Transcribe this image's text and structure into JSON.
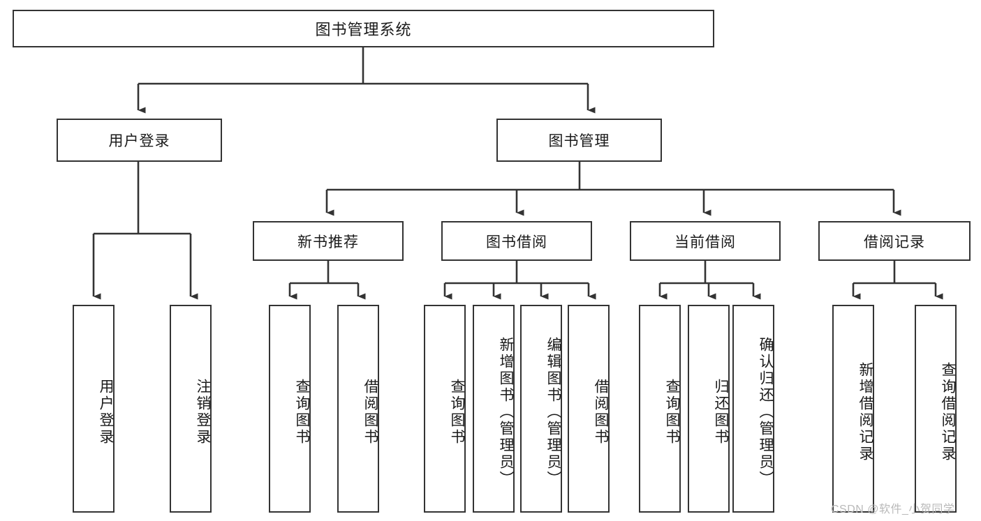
{
  "diagram": {
    "type": "tree",
    "title": "图书管理系统",
    "orientation": "top-down",
    "style": {
      "box_fill": "#ffffff",
      "box_stroke": "#333333",
      "edge_color": "#333333",
      "text_color": "#1a1a1a",
      "background": "#ffffff",
      "watermark_color": "#b9b9b9"
    },
    "nodes": {
      "root": {
        "label": "图书管理系统",
        "level": 0,
        "text_direction": "horizontal"
      },
      "user_login": {
        "label": "用户登录",
        "level": 1,
        "text_direction": "horizontal"
      },
      "book_manage": {
        "label": "图书管理",
        "level": 1,
        "text_direction": "horizontal"
      },
      "new_book_rec": {
        "label": "新书推荐",
        "level": 2,
        "text_direction": "horizontal"
      },
      "book_borrow": {
        "label": "图书借阅",
        "level": 2,
        "text_direction": "horizontal"
      },
      "current_borrow": {
        "label": "当前借阅",
        "level": 2,
        "text_direction": "horizontal"
      },
      "borrow_record": {
        "label": "借阅记录",
        "level": 2,
        "text_direction": "horizontal"
      },
      "leaf_user_login": {
        "label": "用户登录",
        "level": 3,
        "text_direction": "vertical"
      },
      "leaf_logout": {
        "label": "注销登录",
        "level": 3,
        "text_direction": "vertical"
      },
      "leaf_query_book_a": {
        "label": "查询图书",
        "level": 3,
        "text_direction": "vertical"
      },
      "leaf_borrow_book_a": {
        "label": "借阅图书",
        "level": 3,
        "text_direction": "vertical"
      },
      "leaf_query_book_b": {
        "label": "查询图书",
        "level": 3,
        "text_direction": "vertical"
      },
      "leaf_add_book": {
        "label": "新增图书（管理员）",
        "level": 3,
        "text_direction": "vertical"
      },
      "leaf_edit_book": {
        "label": "编辑图书（管理员）",
        "level": 3,
        "text_direction": "vertical"
      },
      "leaf_borrow_book_b": {
        "label": "借阅图书",
        "level": 3,
        "text_direction": "vertical"
      },
      "leaf_query_book_c": {
        "label": "查询图书",
        "level": 3,
        "text_direction": "vertical"
      },
      "leaf_return_book": {
        "label": "归还图书",
        "level": 3,
        "text_direction": "vertical"
      },
      "leaf_confirm_return": {
        "label": "确认归还（管理员）",
        "level": 3,
        "text_direction": "vertical"
      },
      "leaf_add_record": {
        "label": "新增借阅记录",
        "level": 3,
        "text_direction": "vertical"
      },
      "leaf_query_record": {
        "label": "查询借阅记录",
        "level": 3,
        "text_direction": "vertical"
      }
    },
    "edges": [
      {
        "from": "root",
        "to": "user_login"
      },
      {
        "from": "root",
        "to": "book_manage"
      },
      {
        "from": "user_login",
        "to": "leaf_user_login"
      },
      {
        "from": "user_login",
        "to": "leaf_logout"
      },
      {
        "from": "book_manage",
        "to": "new_book_rec"
      },
      {
        "from": "book_manage",
        "to": "book_borrow"
      },
      {
        "from": "book_manage",
        "to": "current_borrow"
      },
      {
        "from": "book_manage",
        "to": "borrow_record"
      },
      {
        "from": "new_book_rec",
        "to": "leaf_query_book_a"
      },
      {
        "from": "new_book_rec",
        "to": "leaf_borrow_book_a"
      },
      {
        "from": "book_borrow",
        "to": "leaf_query_book_b"
      },
      {
        "from": "book_borrow",
        "to": "leaf_add_book"
      },
      {
        "from": "book_borrow",
        "to": "leaf_edit_book"
      },
      {
        "from": "book_borrow",
        "to": "leaf_borrow_book_b"
      },
      {
        "from": "current_borrow",
        "to": "leaf_query_book_c"
      },
      {
        "from": "current_borrow",
        "to": "leaf_return_book"
      },
      {
        "from": "current_borrow",
        "to": "leaf_confirm_return"
      },
      {
        "from": "borrow_record",
        "to": "leaf_add_record"
      },
      {
        "from": "borrow_record",
        "to": "leaf_query_record"
      }
    ]
  },
  "watermark": {
    "text": "CSDN @软件_小贺同学"
  }
}
